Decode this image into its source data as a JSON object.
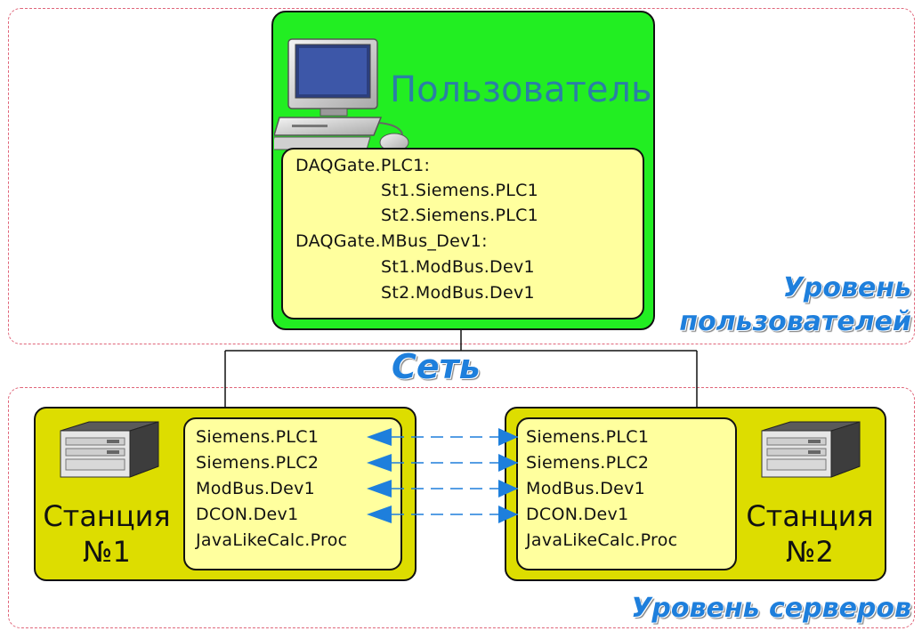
{
  "user_node": {
    "title": "Пользователь",
    "lines": [
      "DAQGate.PLC1:",
      "St1.Siemens.PLC1",
      "St2.Siemens.PLC1",
      "DAQGate.MBus_Dev1:",
      "St1.ModBus.Dev1",
      "St2.ModBus.Dev1"
    ]
  },
  "levels": {
    "users_line1": "Уровень",
    "users_line2": "пользователей",
    "network": "Сеть",
    "servers": "Уровень серверов"
  },
  "stations": [
    {
      "name_line1": "Станция",
      "name_line2": "№1",
      "sources": [
        "Siemens.PLC1",
        "Siemens.PLC2",
        "ModBus.Dev1",
        "DCON.Dev1",
        "JavaLikeCalc.Proc"
      ]
    },
    {
      "name_line1": "Станция",
      "name_line2": "№2",
      "sources": [
        "Siemens.PLC1",
        "Siemens.PLC2",
        "ModBus.Dev1",
        "DCON.Dev1",
        "JavaLikeCalc.Proc"
      ]
    }
  ],
  "colors": {
    "user_box": "#22ee22",
    "station_box": "#dddd00",
    "info_box": "#ffff9e",
    "level_text": "#1e7fdc",
    "link_arrow": "#1e7fdc",
    "zone_border": "#e0667a"
  },
  "icons": {
    "user_node": "desktop-computer-icon",
    "station_1": "server-rack-icon",
    "station_2": "server-rack-icon"
  }
}
